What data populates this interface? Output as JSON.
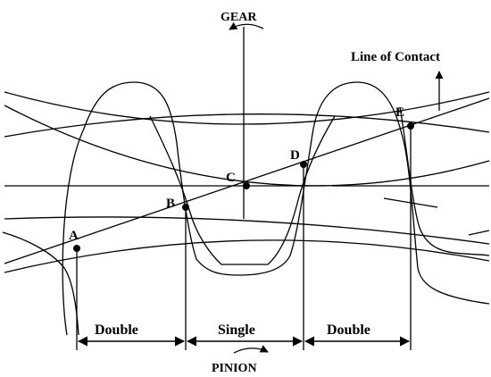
{
  "labels": {
    "gear": "GEAR",
    "pinion": "PINION",
    "line_of_contact": "Line of Contact"
  },
  "points": [
    "A",
    "B",
    "C",
    "D",
    "E"
  ],
  "zones": {
    "left": "Double",
    "middle": "Single",
    "right": "Double"
  }
}
